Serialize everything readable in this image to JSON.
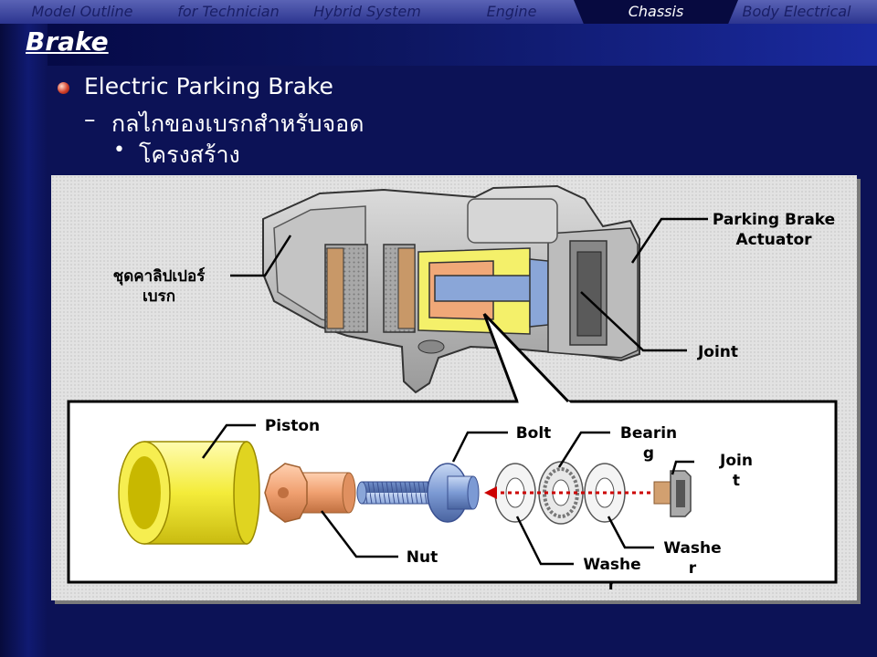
{
  "nav": {
    "tabs": [
      {
        "label": "Model Outline"
      },
      {
        "label": "for Technician"
      },
      {
        "label": "Hybrid System"
      },
      {
        "label": "Engine"
      },
      {
        "label": "Chassis",
        "active": true
      },
      {
        "label": "Body Electrical"
      }
    ]
  },
  "slide": {
    "title": "Brake",
    "bullet1": "Electric Parking Brake",
    "dash": "–",
    "bullet2": "กลไกของเบรกสำหรับจอด",
    "dot": "•",
    "bullet3": "โครงสร้าง"
  },
  "diagram": {
    "upper_labels": {
      "caliper_line1": "ชุดคาลิปเปอร์",
      "caliper_line2": "เบรก",
      "actuator_line1": "Parking Brake",
      "actuator_line2": "Actuator",
      "joint": "Joint"
    },
    "lower_labels": {
      "piston": "Piston",
      "nut": "Nut",
      "bolt": "Bolt",
      "bearing_line1": "Bearin",
      "bearing_line2": "g",
      "joint_line1": "Join",
      "joint_line2": "t",
      "washer_a_line1": "Washe",
      "washer_a_line2": "r",
      "washer_b_line1": "Washe",
      "washer_b_line2": "r"
    }
  },
  "colors": {
    "background": "#0c1256",
    "piston": "#f4f06a",
    "nut": "#f0a878",
    "bolt": "#8aa6d8",
    "pad": "#c89868",
    "arrow": "#cc0000"
  }
}
